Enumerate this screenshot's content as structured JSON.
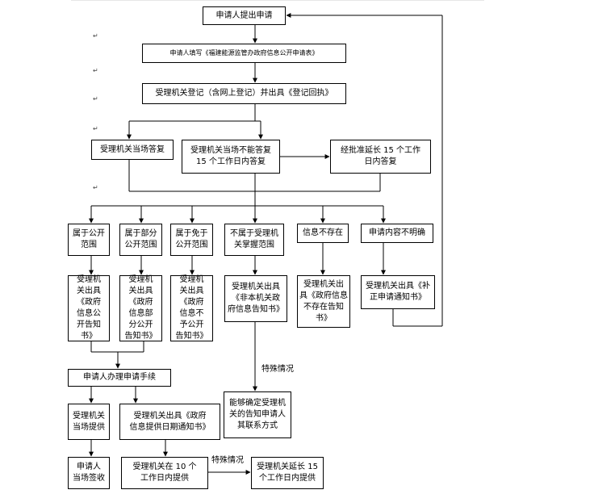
{
  "boxes": {
    "apply": "申请人提出申请",
    "fill_form": "申请人填写《福建能源监管办政府信息公开申请表》",
    "register": "受理机关登记（含网上登记）并出具《登记回执》",
    "answer_now": "受理机关当场答复",
    "answer_15": "受理机关当场不能答复\n15 个工作日内答复",
    "extend": "经批准延长 15 个工作\n日内答复",
    "cat_public": "属于公开\n范围",
    "cat_partial": "属于部分\n公开范围",
    "cat_exempt": "属于免于\n公开范围",
    "cat_notmine": "不属于受理机\n关掌握范围",
    "cat_notexist": "信息不存在",
    "cat_unclear": "申请内容不明确",
    "notice_public": "受理机\n关出具\n《政府\n信息公\n开告知\n书》",
    "notice_partial": "受理机\n关出具\n《政府\n信息部\n分公开\n告知书》",
    "notice_exempt": "受理机\n关出具\n《政府\n信息不\n予公开\n告知书》",
    "notice_notmine": "受理机关出具\n《非本机关政\n府信息告知书》",
    "notice_notexist": "受理机关出\n具《政府信息\n不存在告知\n书》",
    "notice_unclear": "受理机关出具《补\n正申请通知书》",
    "procedures": "申请人办理申请手续",
    "provide_now": "受理机关\n当场提供",
    "date_notice": "受理机关出具《政府\n信息提供日期通知书》",
    "contact": "能够确定受理机\n关的告知申请人\n其联系方式",
    "sign": "申请人\n当场签收",
    "within10": "受理机关在 10 个\n工作日内提供",
    "extend15": "受理机关延长 15\n个工作日内提供"
  },
  "labels": {
    "special_1": "特殊情况",
    "special_2": "特殊情况"
  },
  "para_mark": "↵"
}
